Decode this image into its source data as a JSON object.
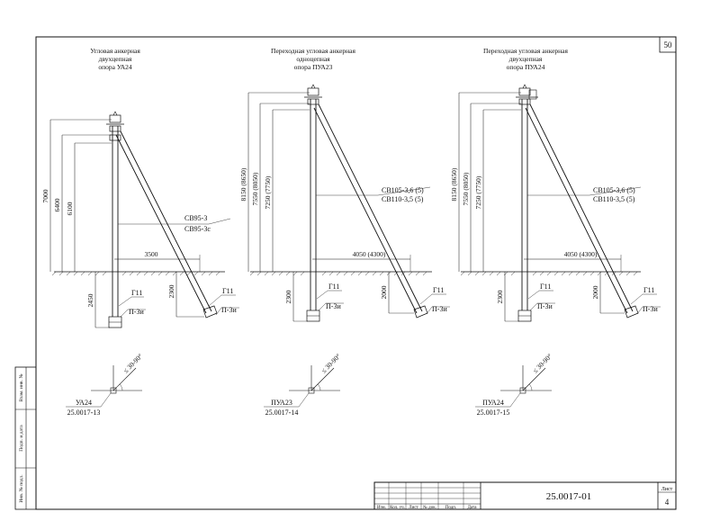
{
  "sheet": {
    "page_number": "50",
    "doc_code": "25.0017-01",
    "list_label": "Лист",
    "list_number": "4"
  },
  "side_stamp": {
    "inv_vzam": "Взам. инв. №",
    "podp_data": "Подп. и дата",
    "inv_podl": "Инв. № подл."
  },
  "title_block": {
    "columns": [
      "Изм.",
      "Кол. уч.",
      "Лист",
      "№ док.",
      "Подп.",
      "Дата"
    ]
  },
  "panels": [
    {
      "title_lines": [
        "Угловая анкерная",
        "двухцепная",
        "опора УА24"
      ],
      "heights": [
        "7000",
        "6400",
        "6100"
      ],
      "strut_labels": [
        "СВ95-3",
        "СВ95-3с"
      ],
      "span": "3500",
      "depth_left": "2450",
      "depth_right": "2300",
      "g_label": "Г11",
      "p_label_left": "П-3и",
      "p_label_right": "П-3и",
      "angle": "≤ 30-90°",
      "ref_name": "УА24",
      "ref_code": "25.0017-13"
    },
    {
      "title_lines": [
        "Переходная угловая анкерная",
        "одноцепная",
        "опора ПУА23"
      ],
      "heights": [
        "8150 (8650)",
        "7550 (8050)",
        "7250 (7750)"
      ],
      "strut_labels": [
        "СВ105-3,6 (5)",
        "СВ110-3,5 (5)"
      ],
      "span": "4050 (4300)",
      "depth_left": "2300",
      "depth_right": "2000",
      "g_label": "Г11",
      "p_label_left": "П-3и",
      "p_label_right": "П-3и",
      "angle": "≤ 30-90°",
      "ref_name": "ПУА23",
      "ref_code": "25.0017-14"
    },
    {
      "title_lines": [
        "Переходная угловая анкерная",
        "двухцепная",
        "опора ПУА24"
      ],
      "heights": [
        "8150 (8650)",
        "7550 (8050)",
        "7250 (7750)"
      ],
      "strut_labels": [
        "СВ105-3,6 (5)",
        "СВ110-3,5 (5)"
      ],
      "span": "4050 (4300)",
      "depth_left": "2300",
      "depth_right": "2000",
      "g_label": "Г11",
      "p_label_left": "П-3и",
      "p_label_right": "П-3и",
      "angle": "≤ 30-90°",
      "ref_name": "ПУА24",
      "ref_code": "25.0017-15"
    }
  ]
}
